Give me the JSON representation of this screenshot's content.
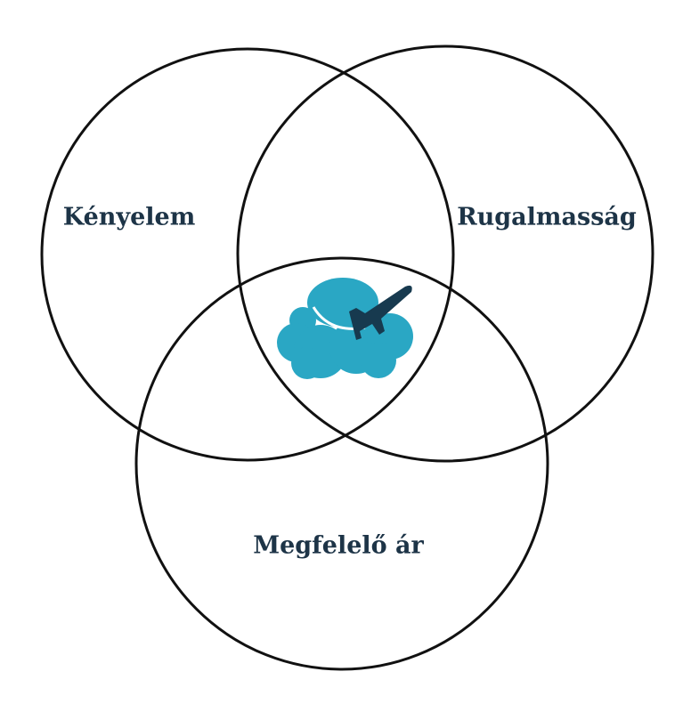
{
  "sets": [
    {
      "label": "Kényelem"
    },
    {
      "label": "Rugalmasság"
    },
    {
      "label": "Megfelelő ár"
    }
  ],
  "center_icon": "cloud-airplane-icon",
  "colors": {
    "stroke": "#111111",
    "text": "#1d3447",
    "cloud": "#2aa7c4",
    "plane": "#173a4f"
  }
}
